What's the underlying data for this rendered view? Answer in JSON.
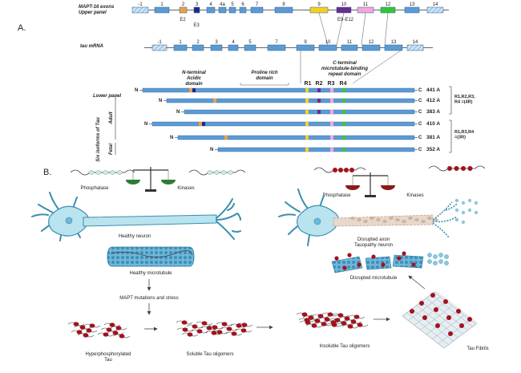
{
  "panel_a": {
    "label": "A.",
    "upper_panel_label": "MAPT-16 exons\nUpper panel",
    "mrna_label": "tau mRNA",
    "exon_numbers_top": [
      "-1",
      "1",
      "2",
      "3",
      "4",
      "4a",
      "5",
      "6",
      "7",
      "8",
      "9",
      "10",
      "11",
      "12",
      "13",
      "14"
    ],
    "e2_label": "E2",
    "e3_label": "E3",
    "e9_e12_label": "E9-E12",
    "mrna_exon_numbers": [
      "-1",
      "1",
      "2",
      "3",
      "4",
      "5",
      "7",
      "9",
      "10",
      "11",
      "12",
      "13",
      "14"
    ],
    "n_terminal_label": "N-terminal\nAcidic\ndomain",
    "proline_label": "Proline rich\ndomain",
    "c_terminal_label": "C-terminal\nmicrotubule-binding\nrepeat domain",
    "repeat_labels": [
      "R1",
      "R2",
      "R3",
      "R4"
    ],
    "lower_panel_label": "Lower panel",
    "six_isoforms_label": "Six isoforms of Tau",
    "adult_label": "Adult",
    "fetal_label": "Fetal",
    "n_marker": "N",
    "c_marker": "C",
    "isoforms": [
      {
        "name": "441 A"
      },
      {
        "name": "412 A"
      },
      {
        "name": "383 A"
      },
      {
        "name": "410 A"
      },
      {
        "name": "381 A"
      },
      {
        "name": "352 A"
      }
    ],
    "group_4r_label": "R1,R2,R3,\nR4 =(4R)",
    "group_3r_label": "R1,R3,R4\n=(3R)"
  },
  "panel_b": {
    "label": "B.",
    "phosphatase_left": "Phosphatase",
    "kinases_left": "Kinases",
    "phosphatase_right": "Phosphatase",
    "kinases_right": "Kinases",
    "healthy_neuron": "Healthy neuron",
    "healthy_microtubule": "Healthy microtubule",
    "disrupted_axon": "Disrupted axon\nTauopathy neuron",
    "disrupted_microtubule": "Disrupted microtubule",
    "mapt_mutations": "MAPT mutations and stress",
    "hyperphosphorylated": "Hyperphosphorylated\nTau",
    "soluble_oligomers": "Soluble Tau oligomers",
    "insoluble_oligomers": "Insoluble Tau oligomers",
    "tau_fibrils": "Tau Fibrils"
  },
  "colors": {
    "exon_blue": "#5b9bd5",
    "exon_orange": "#f0a040",
    "exon_navy": "#1f2a8a",
    "exon_yellow": "#f5d020",
    "exon_purple": "#6a2c91",
    "exon_pink": "#f4a6d7",
    "exon_green": "#32c832",
    "neuron_fill": "#b9e3ee",
    "neuron_stroke": "#3b8fb0",
    "tau_red": "#a3121c",
    "scale_green": "#2e7d32",
    "scale_red": "#8b1a1a"
  }
}
